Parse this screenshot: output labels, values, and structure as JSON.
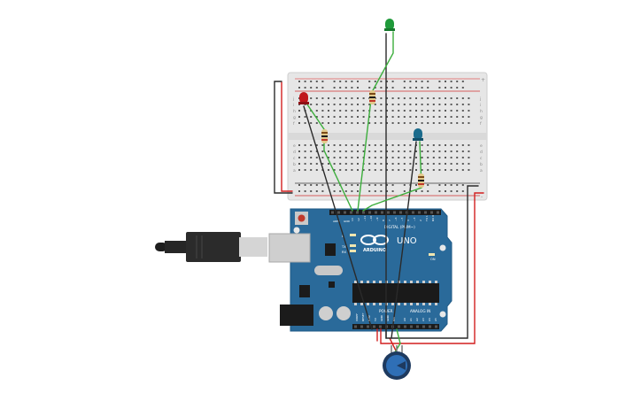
{
  "board": {
    "brand": "ARDUINO",
    "model": "UNO",
    "digital_label": "DIGITAL (PWM~)",
    "analog_label": "ANALOG IN",
    "power_label": "POWER",
    "tx_label": "TX",
    "rx_label": "RX",
    "l_label": "L",
    "on_label": "ON",
    "aref_label": "AREF",
    "gnd_label": "GND",
    "digital_pins": [
      "13",
      "12",
      "~11",
      "~10",
      "~9",
      "8",
      "7",
      "~6",
      "~5",
      "4",
      "~3",
      "2",
      "TX 1",
      "RX 0"
    ],
    "power_pins": [
      "IOREF",
      "RESET",
      "3.3V",
      "5V",
      "GND",
      "GND",
      "Vin"
    ],
    "analog_pins": [
      "A0",
      "A1",
      "A2",
      "A3",
      "A4",
      "A5"
    ]
  },
  "breadboard": {
    "row_letters_top": [
      "j",
      "i",
      "h",
      "g",
      "f"
    ],
    "row_letters_bottom": [
      "e",
      "d",
      "c",
      "b",
      "a"
    ],
    "rail_plus": "+",
    "rail_minus": "-"
  },
  "components": {
    "led_red_color": "#c0161c",
    "led_green_color": "#1f9a3a",
    "led_blue_color": "#1a6b8c",
    "pot_color": "#2f6fb6"
  },
  "colors": {
    "board": "#2a6a9a",
    "wire_green": "#3cae3c",
    "wire_black": "#2a2a2a",
    "wire_red": "#d21f1f"
  }
}
